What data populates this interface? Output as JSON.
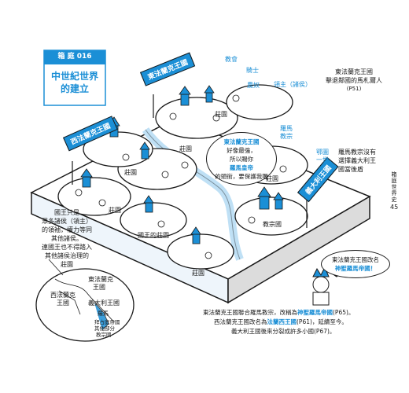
{
  "header": {
    "box_label": "箱 庭 016",
    "title_line1": "中世紀世界",
    "title_line2": "的建立"
  },
  "signs": {
    "east": "東法蘭克王國",
    "west": "西法蘭克王國",
    "italy": "義大利王國"
  },
  "labels": {
    "church": "教會",
    "knight": "騎士",
    "peasant": "農奴",
    "lord": "領主（諸侯）",
    "manor": "莊園",
    "papal": "教宗國",
    "royal_manor": "國王的莊園",
    "pope_line1": "羅馬",
    "pope_line2": "教宗",
    "emperor_line1": "鄂圖",
    "emperor_line2": "一世"
  },
  "notes": {
    "magyar_line1": "東法蘭克王國",
    "magyar_line2": "擊退鄰國的馬札爾人",
    "magyar_ref": "(P51)",
    "rome_line1": "羅馬教宗沒有",
    "rome_line2": "選擇義大利王",
    "rome_line3": "國當後盾",
    "king_line1": "國王只是",
    "king_line2": "眾多諸侯（領主）",
    "king_line3": "的領袖，權力等同",
    "king_line4": "其他諸侯。",
    "king_line5": "連國王也不得踏入",
    "king_line6": "其他諸侯治理的",
    "king_line7": "莊園"
  },
  "bubbles": {
    "strong_a": "東法蘭克王國",
    "strong_b": "好像最強，",
    "strong_c": "所以賜你",
    "strong_d": "羅馬皇帝",
    "strong_e": "的頭銜，要保護我喔",
    "rename_a": "東法蘭克王國改名",
    "rename_b": "神聖羅馬帝國！"
  },
  "map": {
    "east": "東法蘭克",
    "east2": "王國",
    "west": "西法蘭克",
    "west2": "王國",
    "italy": "義大利王國",
    "rome": "羅馬",
    "byz_a": "拜占庭帝國",
    "byz_b": "其他部分",
    "byz_c": "教宗國"
  },
  "bottom": {
    "line1_a": "東法蘭克王國聯合羅馬教宗，改稱為",
    "line1_hl": "神聖羅馬帝國",
    "line1_b": "(P65)。",
    "line2_a": "西法蘭克王國改名為",
    "line2_hl": "法蘭西王國",
    "line2_b": "(P61)，延續至今。",
    "line3": "義大利王國後來分裂成許多小國(P67)。"
  },
  "side": {
    "tab": "箱庭世界史",
    "page": "45"
  },
  "colors": {
    "accent": "#1b8fd6",
    "ink": "#1a1a1a",
    "accent_light": "#d9ecf9"
  }
}
